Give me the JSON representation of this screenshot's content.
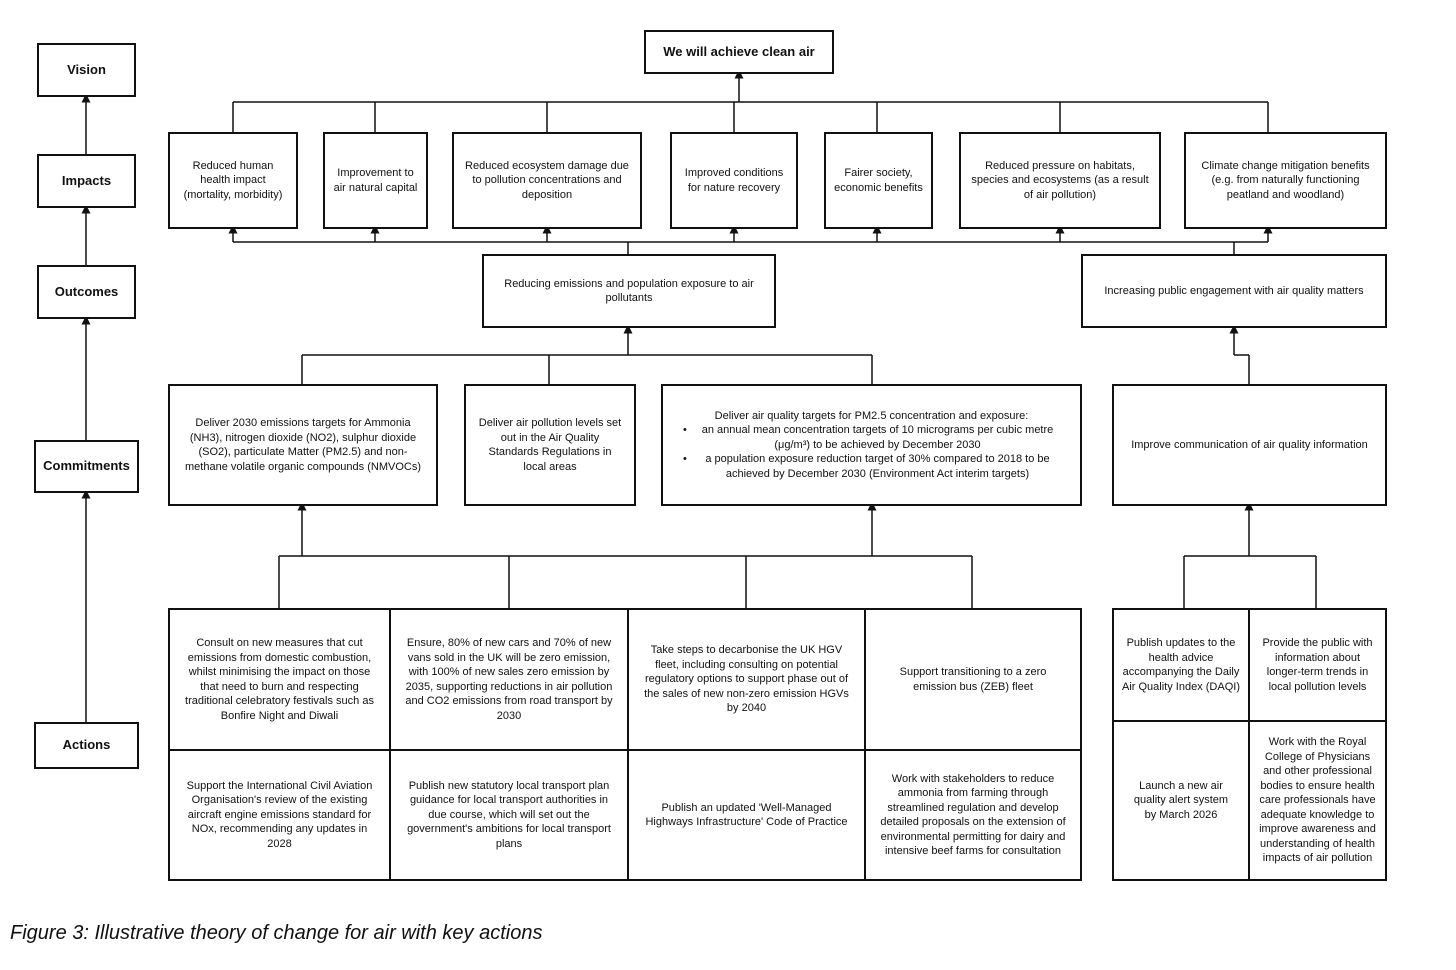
{
  "levels": {
    "vision": "Vision",
    "impacts": "Impacts",
    "outcomes": "Outcomes",
    "commitments": "Commitments",
    "actions": "Actions"
  },
  "vision": "We will achieve clean air",
  "impacts": [
    "Reduced human health impact (mortality, morbidity)",
    "Improvement to air natural capital",
    "Reduced ecosystem damage due to pollution concentrations and deposition",
    "Improved conditions for nature recovery",
    "Fairer society, economic benefits",
    "Reduced pressure on habitats, species and ecosystems (as a result of air pollution)",
    "Climate change mitigation benefits (e.g. from naturally functioning peatland and woodland)"
  ],
  "outcomes": [
    "Reducing emissions and population exposure to air pollutants",
    "Increasing public engagement with air quality matters"
  ],
  "commitments": {
    "c1": "Deliver 2030 emissions targets for Ammonia (NH3), nitrogen dioxide (NO2), sulphur dioxide (SO2), particulate Matter (PM2.5) and non-methane volatile organic compounds (NMVOCs)",
    "c2": "Deliver air pollution levels set out in the Air Quality Standards Regulations in local areas",
    "c3_title": "Deliver air quality targets for PM2.5 concentration and exposure:",
    "c3_bullet1": "an annual mean concentration targets of 10 micrograms per cubic metre (μg/m³) to be achieved by December 2030",
    "c3_bullet2": "a population exposure reduction target of 30% compared to 2018 to be achieved by December 2030 (Environment Act interim targets)",
    "c4": "Improve communication of air quality information"
  },
  "actions": {
    "a1": "Consult on new measures that cut emissions from domestic combustion, whilst minimising the impact on those that need to burn and respecting traditional celebratory festivals such as Bonfire Night and Diwali",
    "a2": "Ensure, 80% of new cars and 70% of new vans sold in the UK will be zero emission, with 100% of new sales zero emission by 2035, supporting reductions in air pollution and CO2 emissions from road transport by 2030",
    "a3": "Take steps to decarbonise the UK HGV fleet, including consulting on potential regulatory options to support phase out of the sales of new non-zero emission HGVs by 2040",
    "a4": "Support transitioning to a zero emission bus (ZEB) fleet",
    "a5": "Support the International Civil Aviation Organisation's review of the existing aircraft engine emissions standard for NOx, recommending any updates in 2028",
    "a6": "Publish new statutory local transport plan guidance for local transport authorities in due course, which will set out the government's ambitions for local transport plans",
    "a7": "Publish an updated 'Well-Managed Highways Infrastructure' Code of Practice",
    "a8": "Work with stakeholders to reduce ammonia from farming through streamlined regulation and develop detailed proposals on the extension of environmental permitting for dairy and intensive beef farms for consultation",
    "a9": "Publish updates to the health advice accompanying the Daily Air Quality Index (DAQI)",
    "a10": "Provide the public with information about longer-term trends in local pollution levels",
    "a11": "Launch a new air quality alert system by March 2026",
    "a12": "Work with the Royal College of Physicians and other professional bodies to ensure health care professionals have adequate knowledge to improve awareness and understanding of health impacts of air pollution"
  },
  "caption": "Figure 3: Illustrative theory of change for air with key actions"
}
